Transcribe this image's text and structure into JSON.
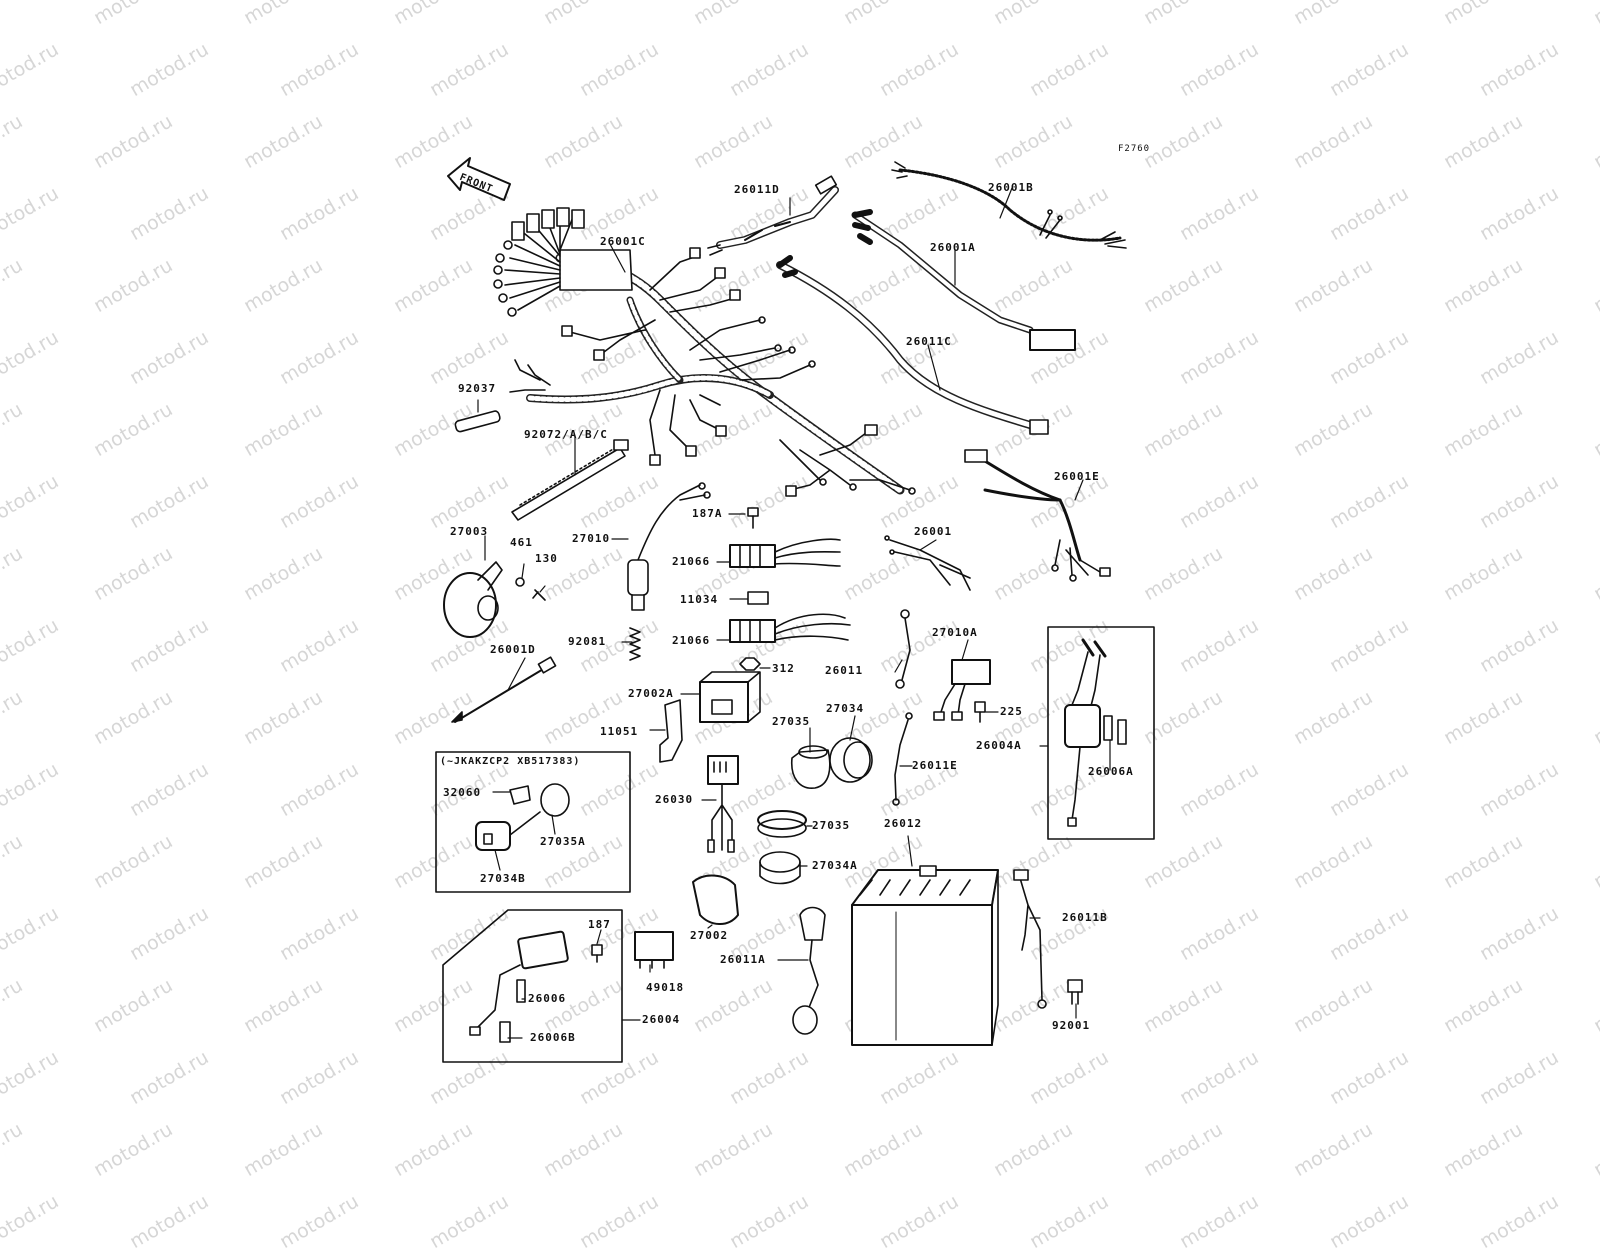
{
  "watermark": "motod.ru",
  "figure_code": "F2760",
  "front_arrow": "FRONT",
  "serial_note": "(~JKAKZCP2 XB517383)",
  "colors": {
    "line": "#111111",
    "watermark": "#d6d6d6",
    "background": "#ffffff"
  },
  "parts": {
    "p26011D": "26011D",
    "p26001B": "26001B",
    "p26001C": "26001C",
    "p26001A": "26001A",
    "p26011C": "26011C",
    "p92037": "92037",
    "p92072": "92072/A/B/C",
    "p26001E": "26001E",
    "p187A": "187A",
    "p27003": "27003",
    "p461": "461",
    "p130": "130",
    "p27010": "27010",
    "p21066a": "21066",
    "p26001": "26001",
    "p11034": "11034",
    "p92081": "92081",
    "p21066b": "21066",
    "p26001D": "26001D",
    "p312": "312",
    "p26011": "26011",
    "p27010A": "27010A",
    "p27002A": "27002A",
    "p225": "225",
    "p27034": "27034",
    "p27035a": "27035",
    "p11051": "11051",
    "p26004A": "26004A",
    "p26011E": "26011E",
    "p26006A": "26006A",
    "p32060": "32060",
    "p27035A": "27035A",
    "p26030": "26030",
    "p27035b": "27035",
    "p26012": "26012",
    "p27034A": "27034A",
    "p27034B": "27034B",
    "p26011B": "26011B",
    "p187": "187",
    "p27002": "27002",
    "p26011A": "26011A",
    "p26006": "26006",
    "p49018": "49018",
    "p26004": "26004",
    "p92001": "92001",
    "p26006B": "26006B"
  }
}
